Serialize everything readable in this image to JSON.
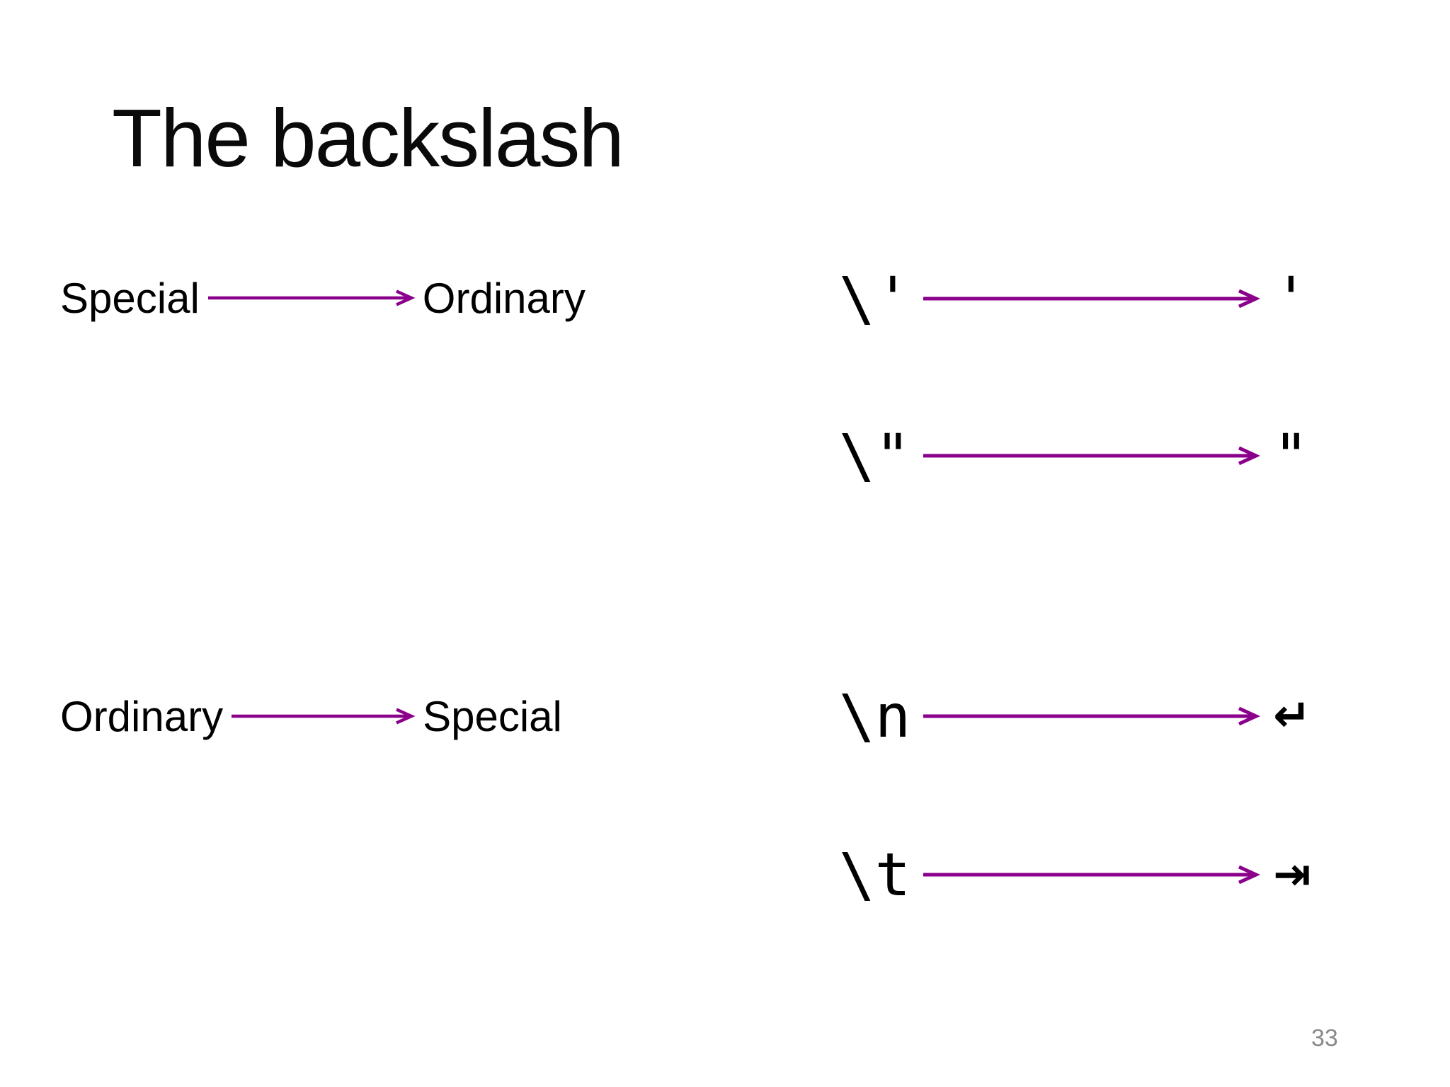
{
  "colors": {
    "accent": "#8B008B",
    "page_number_gray": "#8A8A8A",
    "text": "#000000"
  },
  "slide": {
    "title": "The backslash",
    "page_number": "33"
  },
  "mappings": [
    {
      "from": "Special",
      "to": "Ordinary"
    },
    {
      "from": "Ordinary",
      "to": "Special"
    }
  ],
  "escapes": [
    {
      "code": "\\'",
      "result": "'"
    },
    {
      "code": "\\\"",
      "result": "\""
    },
    {
      "code": "\\n",
      "result": "↵"
    },
    {
      "code": "\\t",
      "result": "⇥"
    }
  ]
}
